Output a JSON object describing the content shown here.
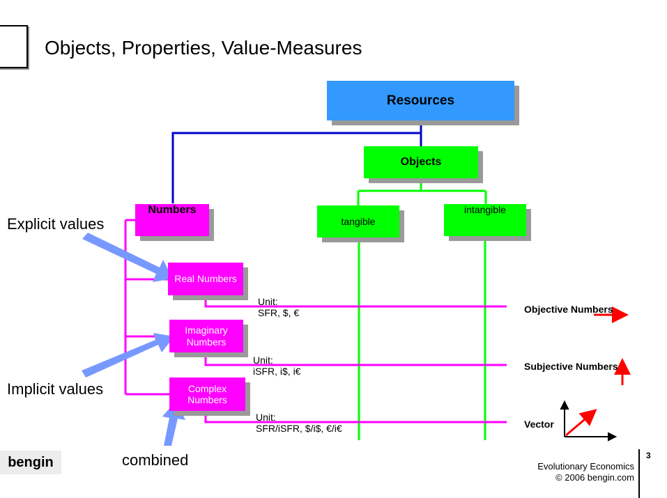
{
  "title": "Objects, Properties, Value-Measures",
  "nodes": {
    "resources": "Resources",
    "objects": "Objects",
    "tangible": "tangible",
    "intangible": "intangible",
    "numbers": "Numbers",
    "real": "Real Numbers",
    "imaginary": "Imaginary Numbers",
    "complex": "Complex Numbers"
  },
  "units": {
    "real": [
      "Unit:",
      "SFR, $, €"
    ],
    "imaginary": [
      "Unit:",
      "iSFR, i$, i€"
    ],
    "complex": [
      "Unit:",
      "SFR/iSFR, $/i$, €/i€"
    ]
  },
  "number_types": {
    "objective": "Objective Numbers",
    "subjective": "Subjective Numbers",
    "vector": "Vector"
  },
  "annotations": {
    "explicit": "Explicit values",
    "implicit": "Implicit values",
    "combined": "combined"
  },
  "footer": {
    "logo": "bengin",
    "line1": "Evolutionary Economics",
    "line2": "© 2006 bengin.com",
    "page": "3"
  },
  "colors": {
    "blue_line": "#0000cc",
    "green_line": "#00ff00",
    "magenta_line": "#ff00ff",
    "red_arrow": "#ff0000",
    "annotation_arrow": "#7799ff"
  }
}
